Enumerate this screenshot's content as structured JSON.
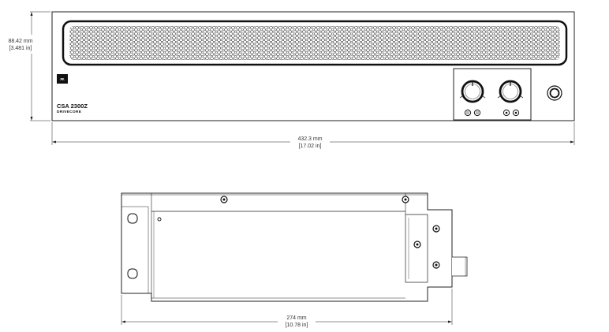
{
  "front_view": {
    "height_mm": "88.42 mm",
    "height_in": "[3.481 in]",
    "width_mm": "432.3 mm",
    "width_in": "[17.02 in]",
    "logo_text": "JBL",
    "model_name": "CSA 2300Z",
    "model_subtitle": "DRIVECORE"
  },
  "side_view": {
    "depth_mm": "274 mm",
    "depth_in": "[10.78 in]"
  }
}
